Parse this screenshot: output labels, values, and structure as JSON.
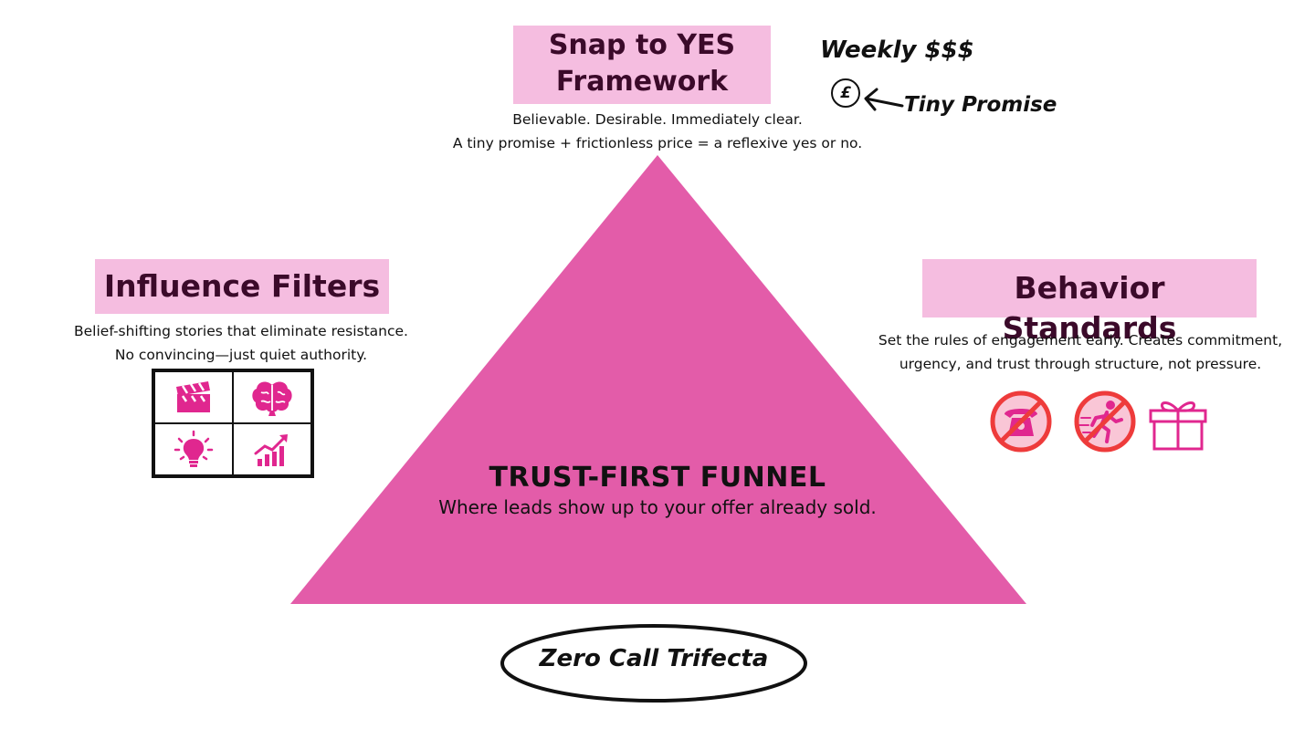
{
  "top": {
    "title_line1": "Snap to YES",
    "title_line2": "Framework",
    "desc_line1": "Believable. Desirable. Immediately clear.",
    "desc_line2": "A tiny promise + frictionless price = a reflexive yes or no."
  },
  "notes": {
    "weekly": "Weekly $$$",
    "pound": "£",
    "tiny_promise": "Tiny Promise"
  },
  "left": {
    "title": "Influence Filters",
    "desc_line1": "Belief-shifting stories that eliminate resistance.",
    "desc_line2": "No convincing—just quiet authority.",
    "icons": [
      "clapperboard-icon",
      "brain-icon",
      "lightbulb-icon",
      "growth-chart-icon"
    ]
  },
  "right": {
    "title": "Behavior Standards",
    "desc_line1": "Set the rules of engagement early. Creates commitment,",
    "desc_line2": "urgency, and trust through structure, not pressure.",
    "icons": [
      "no-phone-icon",
      "no-running-icon",
      "gift-icon"
    ]
  },
  "center": {
    "title": "TRUST-FIRST FUNNEL",
    "subtitle": "Where leads show up to your offer already sold."
  },
  "footer": {
    "label": "Zero Call Trifecta"
  },
  "colors": {
    "pyramid": "#e35ca9",
    "highlight": "#f5bde0",
    "icon_pink": "#e0278f",
    "prohibit_red": "#ee3b3b"
  }
}
